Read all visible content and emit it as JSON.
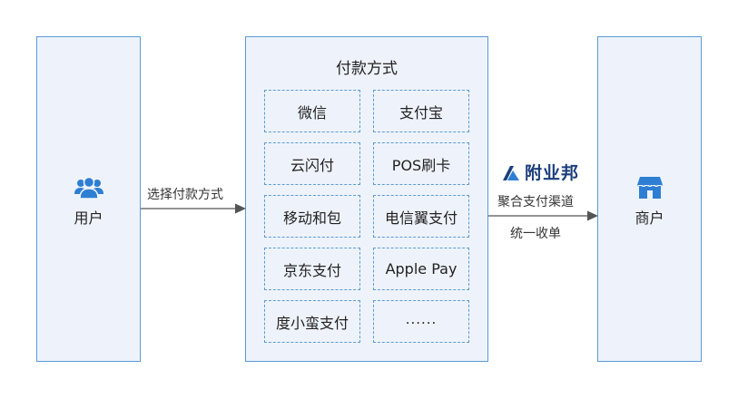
{
  "user": {
    "label": "用户",
    "icon": "users-icon"
  },
  "payment": {
    "title": "付款方式",
    "methods": [
      {
        "label": "微信"
      },
      {
        "label": "支付宝"
      },
      {
        "label": "云闪付"
      },
      {
        "label": "POS刷卡"
      },
      {
        "label": "移动和包"
      },
      {
        "label": "电信翼支付"
      },
      {
        "label": "京东支付"
      },
      {
        "label": "Apple Pay"
      },
      {
        "label": "度小蛮支付"
      },
      {
        "label": "......"
      }
    ]
  },
  "flow": {
    "select_label": "选择付款方式",
    "brand_name": "附业邦",
    "aggregate_label": "聚合支付渠道",
    "unified_label": "统一收单"
  },
  "merchant": {
    "label": "商户",
    "icon": "shop-icon"
  },
  "colors": {
    "panel_bg": "#eef3fb",
    "border": "#5b9bd5",
    "icon_blue": "#2e7ed3",
    "brand_navy": "#1c3f7c",
    "arrow": "#555555"
  }
}
